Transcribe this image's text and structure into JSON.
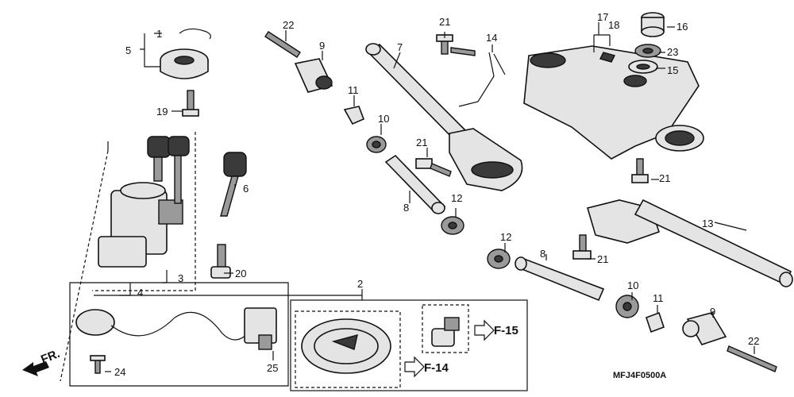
{
  "callouts": {
    "c1": "1",
    "c2": "2",
    "c3": "3",
    "c4": "4",
    "c5": "5",
    "c6": "6",
    "c7": "7",
    "c8a": "8",
    "c8b": "8",
    "c9a": "9",
    "c9b": "9",
    "c10a": "10",
    "c10b": "10",
    "c11a": "11",
    "c11b": "11",
    "c12a": "12",
    "c12b": "12",
    "c13": "13",
    "c14": "14",
    "c15": "15",
    "c16": "16",
    "c17": "17",
    "c18": "18",
    "c19": "19",
    "c20": "20",
    "c21a": "21",
    "c21b": "21",
    "c21c": "21",
    "c21d": "21",
    "c22a": "22",
    "c22b": "22",
    "c23": "23",
    "c24": "24",
    "c25": "25"
  },
  "refs": {
    "f14": "F-14",
    "f15": "F-15",
    "front": "FR."
  },
  "diagram_code": "MFJ4F0500A"
}
